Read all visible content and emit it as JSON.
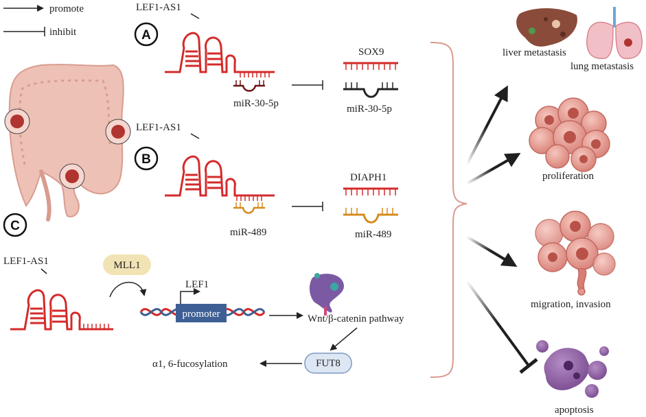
{
  "legend": {
    "promote": "promote",
    "inhibit": "inhibit"
  },
  "panels": {
    "a": "A",
    "b": "B",
    "c": "C"
  },
  "lncrna": {
    "a": "LEF1-AS1",
    "b": "LEF1-AS1",
    "c": "LEF1-AS1"
  },
  "mirna": {
    "a_bound": "miR-30-5p",
    "a_target": "miR-30-5p",
    "b_bound": "miR-489",
    "b_target": "miR-489"
  },
  "targets": {
    "a": "SOX9",
    "b": "DIAPH1"
  },
  "pathway_c": {
    "mll1": "MLL1",
    "lef1": "LEF1",
    "promoter": "promoter",
    "wnt": "Wnt/β-catenin pathway",
    "fut8": "FUT8",
    "fucosylation": "α1, 6-fucosylation"
  },
  "outcomes": {
    "liver": "liver metastasis",
    "lung": "lung metastasis",
    "proliferation": "proliferation",
    "migration": "migration, invasion",
    "apoptosis": "apoptosis"
  },
  "colors": {
    "rna": "#d42a2a",
    "mir_a": "#6b1414",
    "mir_b": "#d68a1c",
    "promoter": "#3d5f94",
    "mll1_bg": "#f2e3b5",
    "fut8_bg": "#dde6f3",
    "bracket": "#d99b8f",
    "colon": "#e8b8ad",
    "tumor": "#b0342f",
    "cell": "#e49890",
    "apoptosis": "#8e5fa3"
  }
}
